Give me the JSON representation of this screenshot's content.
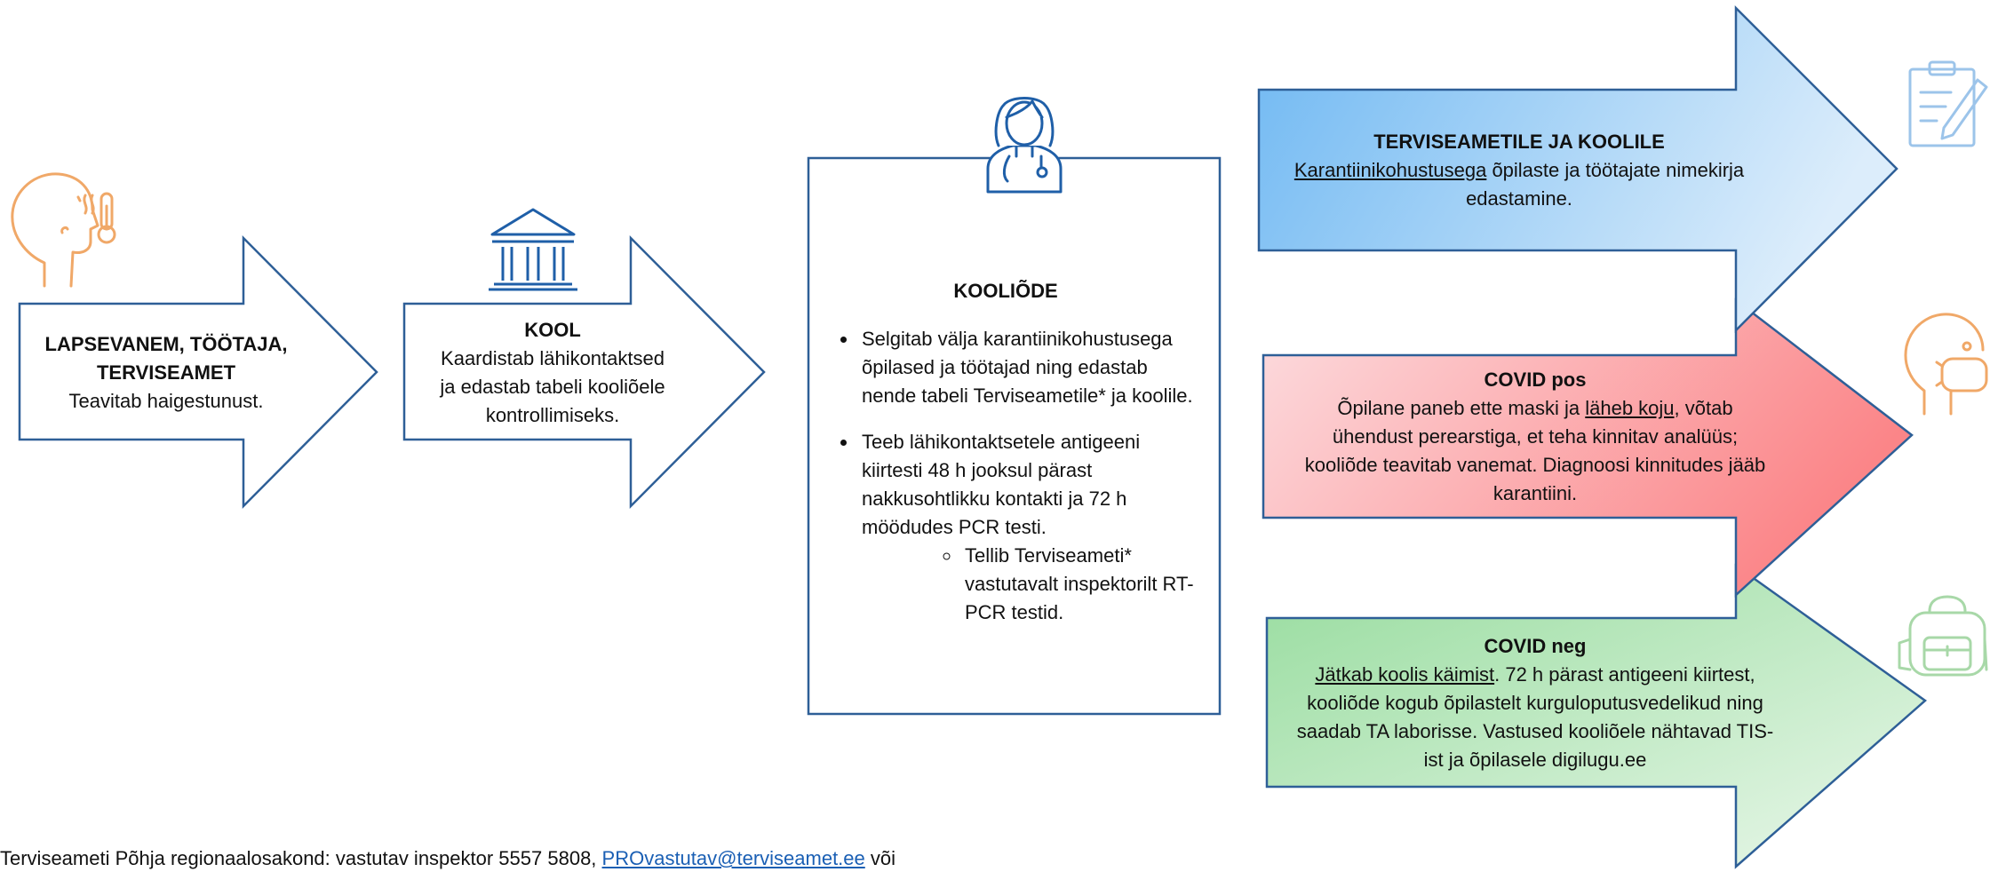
{
  "parent": {
    "title": "LAPSEVANEM, TÖÖTAJA, TERVISEAMET",
    "title_line1": "LAPSEVANEM, TÖÖTAJA,",
    "title_line2": "TERVISEAMET",
    "text": "Teavitab haigestunust."
  },
  "school": {
    "title": "KOOL",
    "text_line1": "Kaardistab lähikontaktsed",
    "text_line2": "ja edastab tabeli kooliõele",
    "text_line3": "kontrollimiseks."
  },
  "nurse": {
    "title": "KOOLIÕDE",
    "bullet1": "Selgitab välja karantiinikohustusega õpilased ja töötajad ning edastab nende tabeli Terviseametile* ja koolile.",
    "bullet2": "Teeb lähikontaktsetele antigeeni kiirtesti 48 h jooksul pärast nakkusohtlikku kontakti ja 72 h möödudes PCR testi.",
    "sub_bullet": "Tellib Terviseameti* vastutavalt inspektorilt RT-PCR testid."
  },
  "to_agency": {
    "title": "TERVISEAMETILE JA KOOLILE",
    "text_underlined": "Karantiinikohustusega",
    "text_rest_line1": " õpilaste ja töötajate nimekirja",
    "text_line2": "edastamine."
  },
  "covid_pos": {
    "title": "COVID pos",
    "line1_a": "Õpilane paneb ette maski ja ",
    "line1_u": "läheb koju",
    "line1_b": ", võtab",
    "line2": "ühendust perearstiga, et teha kinnitav analüüs;",
    "line3": "kooliõde teavitab vanemat. Diagnoosi kinnitudes jääb",
    "line4": "karantiini."
  },
  "covid_neg": {
    "title": "COVID neg",
    "line1_u": "Jätkab koolis käimist",
    "line1_b": ". 72 h pärast antigeeni kiirtest,",
    "line2": "kooliõde kogub õpilastelt kurguloputusvedelikud ning",
    "line3": "saadab TA laborisse. Vastused kooliõele nähtavad TIS-",
    "line4": "ist ja õpilasele digilugu.ee"
  },
  "footer": {
    "text": "Terviseameti Põhja regionaalosakond: vastutav inspektor 5557 5808, ",
    "email": "PROvastutav@terviseamet.ee",
    "suffix": " või"
  },
  "colors": {
    "outline": "#2e5f97",
    "orange_icon": "#f0a868",
    "blue_icon": "#1f5fa8",
    "light_blue_icon": "#9cc4ea",
    "green_icon": "#a8d8a8",
    "blue_fill_start": "#6fb8f2",
    "blue_fill_end": "#d9ecfb",
    "red_fill_start": "#fbd6d9",
    "red_fill_end": "#fb8588",
    "green_fill_start": "#9ddfa3",
    "green_fill_end": "#e1f4e3"
  }
}
